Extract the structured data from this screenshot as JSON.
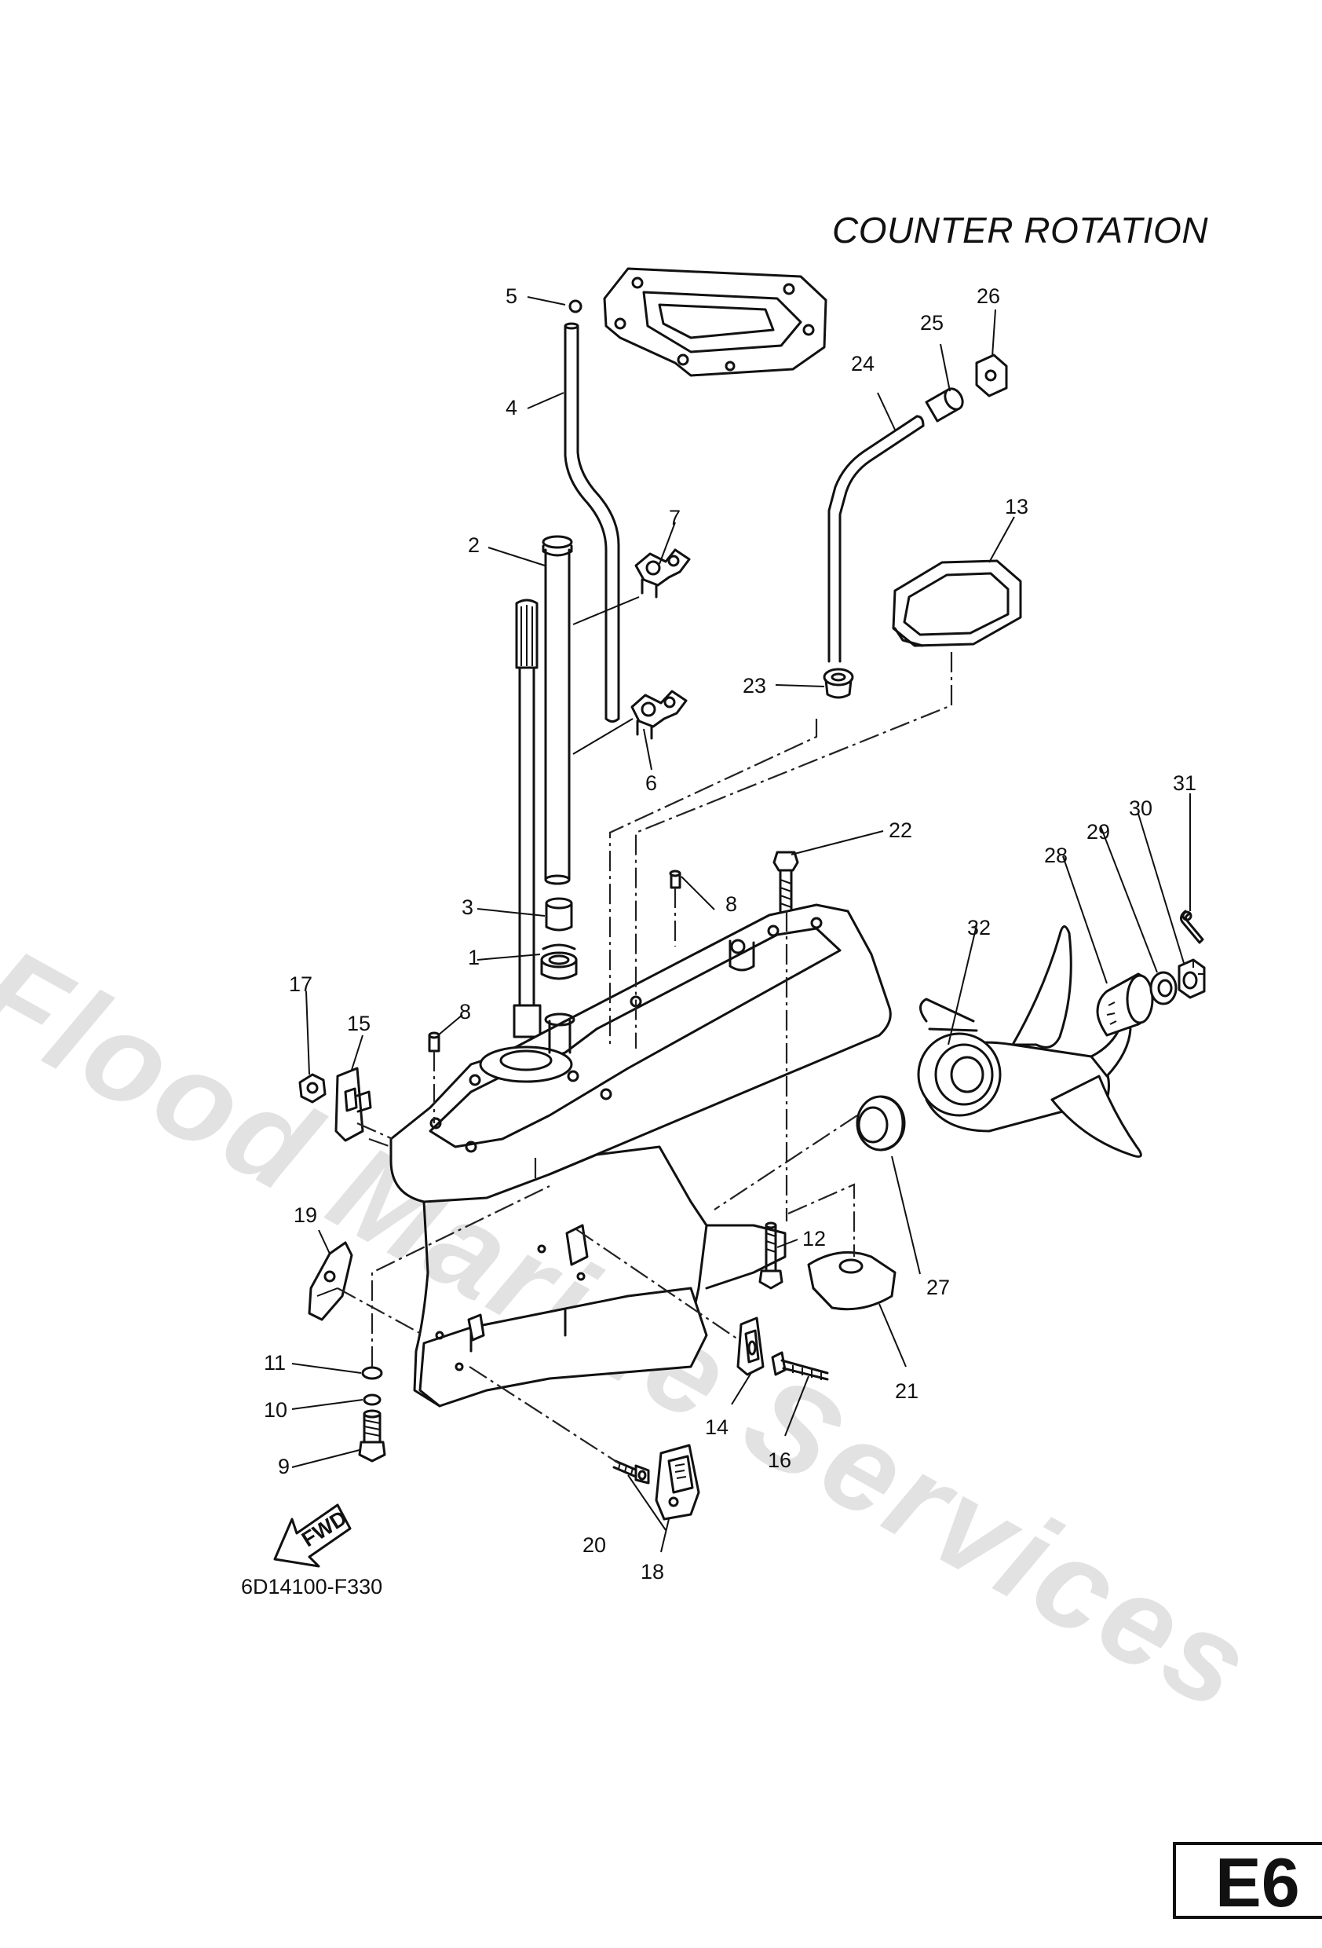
{
  "title": "COUNTER ROTATION",
  "drawing_code": "6D14100-F330",
  "section_code": "E6",
  "watermark": "Flood Marine Services",
  "fwd_label": "FWD",
  "callouts": [
    "1",
    "2",
    "3",
    "4",
    "5",
    "6",
    "7",
    "8",
    "8",
    "9",
    "10",
    "11",
    "12",
    "13",
    "14",
    "15",
    "16",
    "17",
    "18",
    "19",
    "20",
    "21",
    "22",
    "23",
    "24",
    "25",
    "26",
    "27",
    "28",
    "29",
    "30",
    "31",
    "32"
  ]
}
